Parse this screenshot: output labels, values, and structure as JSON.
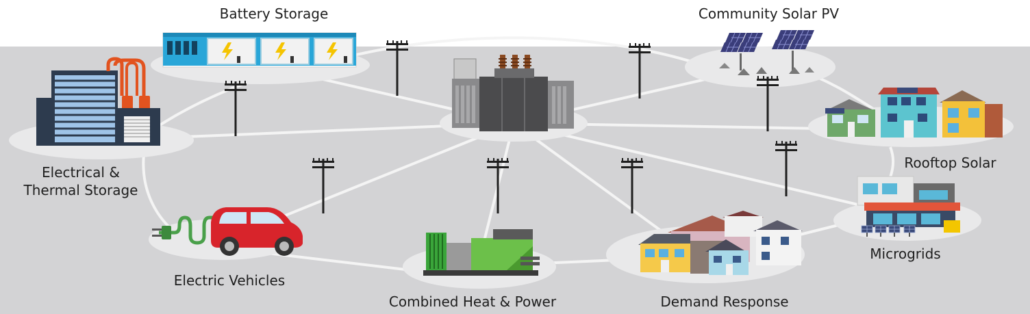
{
  "labels": {
    "battery_storage": "Battery Storage",
    "community_solar": "Community Solar PV",
    "thermal_storage_line1": "Electrical &",
    "thermal_storage_line2": "Thermal Storage",
    "rooftop_solar": "Rooftop Solar",
    "microgrids": "Microgrids",
    "electric_vehicles": "Electric Vehicles",
    "chp": "Combined Heat & Power",
    "demand_response": "Demand Response"
  },
  "colors": {
    "ground": "#d3d3d5",
    "platform": "#e9e9ea",
    "line": "#f4f4f4",
    "pole": "#1f1f1f",
    "battery_blue": "#29a6d8",
    "car_red": "#d8242b",
    "cable_green": "#4aa04a",
    "chp_green": "#6cc04a",
    "transformer_gray": "#5a5a5c",
    "building_navy": "#2d3b4e",
    "pipe_orange": "#e2531f"
  }
}
